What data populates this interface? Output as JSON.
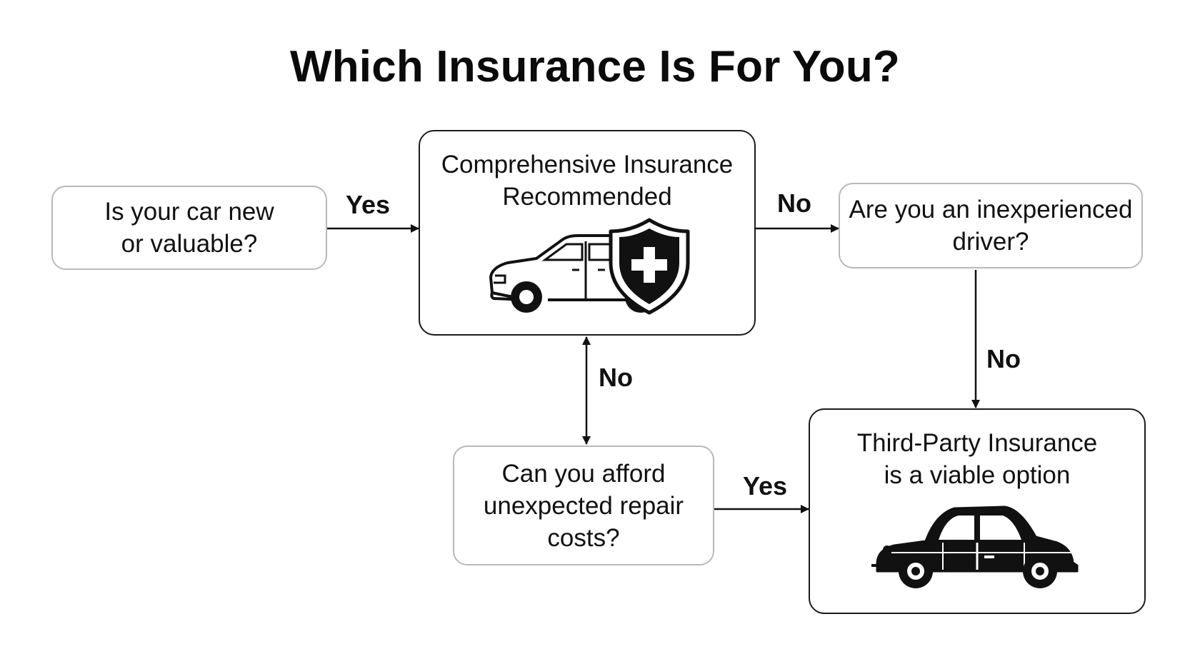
{
  "title": "Which Insurance Is For You?",
  "nodes": {
    "car_new": {
      "lines": [
        "Is your car new",
        "or valuable?"
      ]
    },
    "comprehensive": {
      "lines": [
        "Comprehensive Insurance",
        "Recommended"
      ],
      "icon": "car-with-shield-icon"
    },
    "inexperienced": {
      "lines": [
        "Are you an inexperienced",
        "driver?"
      ]
    },
    "afford_repair": {
      "lines": [
        "Can you afford",
        "unexpected repair",
        "costs?"
      ]
    },
    "third_party": {
      "lines": [
        "Third-Party Insurance",
        "is a viable option"
      ],
      "icon": "classic-car-icon"
    }
  },
  "edges": {
    "car_new_to_comprehensive": "Yes",
    "comprehensive_to_inexperienced": "No",
    "comprehensive_afford_repair": "No",
    "inexperienced_to_third_party": "No",
    "afford_repair_to_third_party": "Yes"
  },
  "colors": {
    "stroke": "#111111",
    "question_border": "#b9b9b9",
    "result_border": "#1b1b1b"
  }
}
